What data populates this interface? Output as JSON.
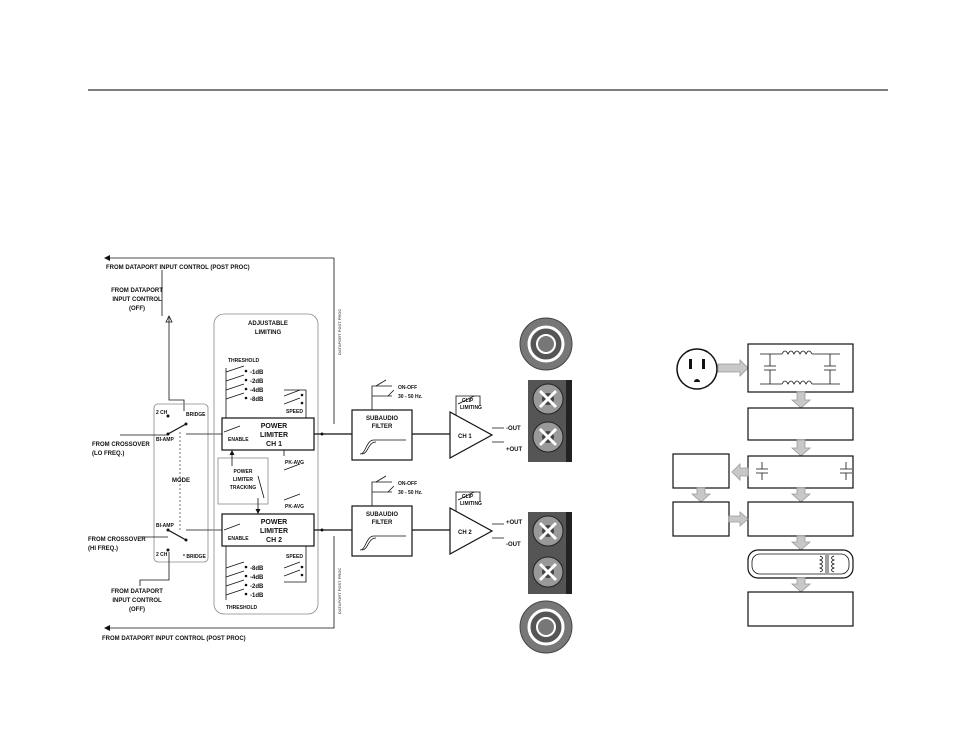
{
  "labels": {
    "from_dataport_post_top": "FROM DATAPORT INPUT CONTROL (POST PROC)",
    "from_dataport_post_bottom": "FROM DATAPORT INPUT CONTROL (POST PROC)",
    "from_dataport_off_top": [
      "FROM DATAPORT",
      "INPUT CONTROL",
      "(OFF)"
    ],
    "from_dataport_off_bottom": [
      "FROM DATAPORT",
      "INPUT CONTROL",
      "(OFF)"
    ],
    "from_crossover_lo": [
      "FROM CROSSOVER",
      "(LO FREQ.)"
    ],
    "from_crossover_hi": [
      "FROM CROSSOVER",
      "(HI FREQ.)"
    ],
    "adjustable_limiting": [
      "ADJUSTABLE",
      "LIMITING"
    ],
    "threshold": "THRESHOLD",
    "speed": "SPEED",
    "pk_avg": "PK-AVG",
    "enable": "ENABLE",
    "mode": "MODE",
    "two_ch": "2 CH",
    "bridge": "BRIDGE",
    "bridge_star": "* BRIDGE",
    "bi_amp": "BI-AMP",
    "power_limiter_ch1": [
      "POWER",
      "LIMITER",
      "CH 1"
    ],
    "power_limiter_ch2": [
      "POWER",
      "LIMITER",
      "CH 2"
    ],
    "power_limiter_tracking": [
      "POWER",
      "LIMITER",
      "TRACKING"
    ],
    "subaudio_filter": [
      "SUBAUDIO",
      "FILTER"
    ],
    "on_off": "ON-OFF",
    "hz_range": "30 - 50 Hz.",
    "clip_limiting": [
      "CLIP",
      "LIMITING"
    ],
    "ch1": "CH 1",
    "ch2": "CH 2",
    "minus_out": "-OUT",
    "plus_out": "+OUT",
    "dataport_post_proc_vertical": "DATAPORT POST PROC",
    "thresholds_ch1": [
      "-1dB",
      "-2dB",
      "-4dB",
      "-8dB"
    ],
    "thresholds_ch2": [
      "-8dB",
      "-4dB",
      "-2dB",
      "-1dB"
    ]
  },
  "icons": [
    "ac-outlet-icon",
    "speakon-connector-icon",
    "binding-post-icon",
    "inductor-icon",
    "capacitor-icon",
    "transformer-icon",
    "filter-curve-icon"
  ]
}
